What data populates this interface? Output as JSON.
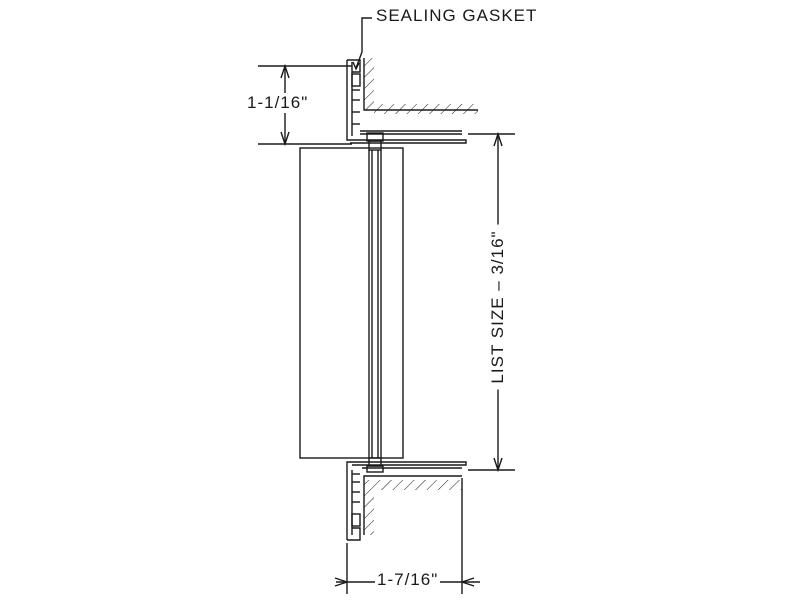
{
  "labels": {
    "sealing_gasket": "SEALING GASKET",
    "top_dimension": "1-1/16\"",
    "list_size": "LIST SIZE  –  3/16\"",
    "bottom_dimension": "1-7/16\""
  },
  "colors": {
    "line": "#1a1a1a",
    "background": "#ffffff"
  }
}
